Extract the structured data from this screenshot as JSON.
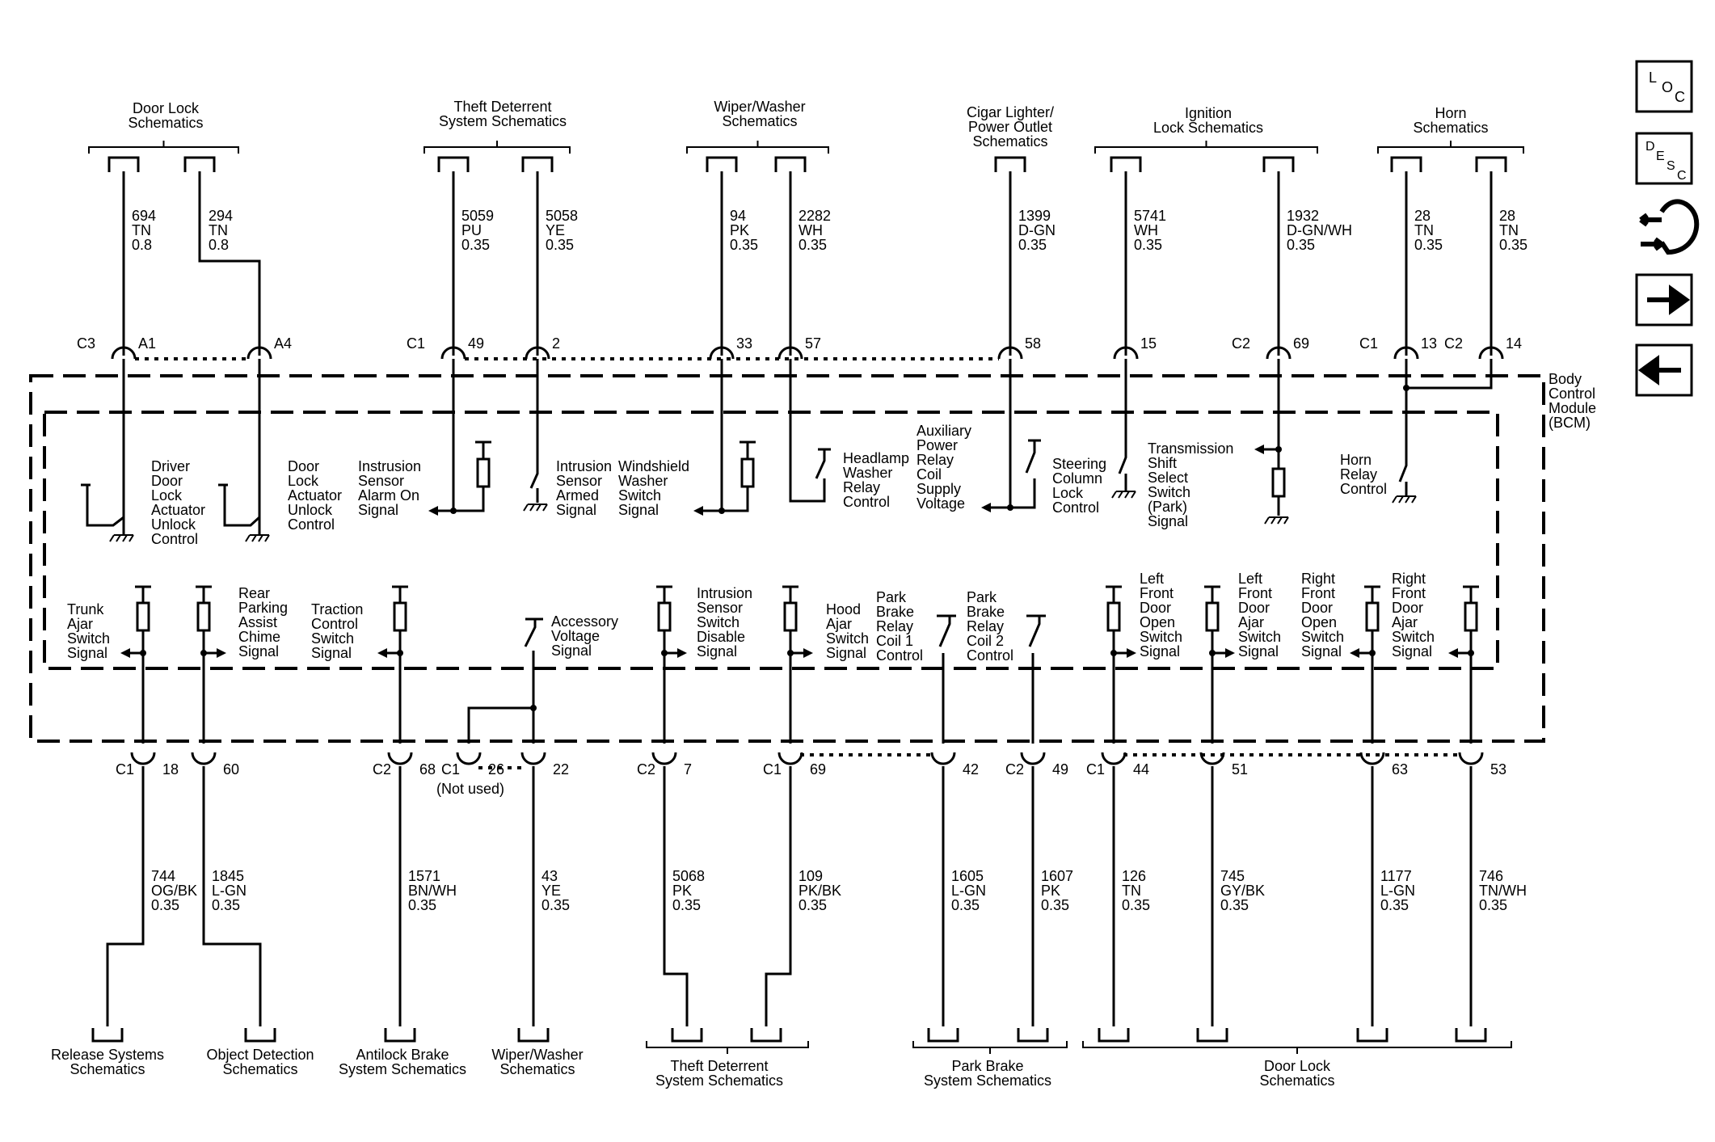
{
  "top_groups": [
    {
      "label": [
        "Door Lock",
        "Schematics"
      ]
    },
    {
      "label": [
        "Theft Deterrent",
        "System Schematics"
      ]
    },
    {
      "label": [
        "Wiper/Washer",
        "Schematics"
      ]
    },
    {
      "label": [
        "Cigar Lighter/",
        "Power Outlet",
        "Schematics"
      ]
    },
    {
      "label": [
        "Ignition",
        "Lock Schematics"
      ]
    },
    {
      "label": [
        "Horn",
        "Schematics"
      ]
    }
  ],
  "top_wires": [
    {
      "circuit": "694",
      "color": "TN",
      "gauge": "0.8",
      "pin": "A1",
      "connector": "C3"
    },
    {
      "circuit": "294",
      "color": "TN",
      "gauge": "0.8",
      "pin": "A4",
      "connector": ""
    },
    {
      "circuit": "5059",
      "color": "PU",
      "gauge": "0.35",
      "pin": "49",
      "connector": "C1"
    },
    {
      "circuit": "5058",
      "color": "YE",
      "gauge": "0.35",
      "pin": "2",
      "connector": ""
    },
    {
      "circuit": "94",
      "color": "PK",
      "gauge": "0.35",
      "pin": "33",
      "connector": ""
    },
    {
      "circuit": "2282",
      "color": "WH",
      "gauge": "0.35",
      "pin": "57",
      "connector": ""
    },
    {
      "circuit": "1399",
      "color": "D-GN",
      "gauge": "0.35",
      "pin": "58",
      "connector": ""
    },
    {
      "circuit": "5741",
      "color": "WH",
      "gauge": "0.35",
      "pin": "15",
      "connector": ""
    },
    {
      "circuit": "1932",
      "color": "D-GN/WH",
      "gauge": "0.35",
      "pin": "69",
      "connector": "C2"
    },
    {
      "circuit": "28",
      "color": "TN",
      "gauge": "0.35",
      "pin": "13",
      "connector": "C1"
    },
    {
      "circuit": "28",
      "color": "TN",
      "gauge": "0.35",
      "pin": "14",
      "connector": "C2"
    }
  ],
  "module_label": [
    "Body",
    "Control",
    "Module",
    "(BCM)"
  ],
  "internal_top": [
    {
      "label": [
        "Driver",
        "Door",
        "Lock",
        "Actuator",
        "Unlock",
        "Control"
      ]
    },
    {
      "label": [
        "Door",
        "Lock",
        "Actuator",
        "Unlock",
        "Control"
      ]
    },
    {
      "label": [
        "Instrusion",
        "Sensor",
        "Alarm On",
        "Signal"
      ]
    },
    {
      "label": [
        "Intrusion",
        "Sensor",
        "Armed",
        "Signal"
      ]
    },
    {
      "label": [
        "Windshield",
        "Washer",
        "Switch",
        "Signal"
      ]
    },
    {
      "label": [
        "Headlamp",
        "Washer",
        "Relay",
        "Control"
      ]
    },
    {
      "label": [
        "Auxiliary",
        "Power",
        "Relay",
        "Coil",
        "Supply",
        "Voltage"
      ]
    },
    {
      "label": [
        "Steering",
        "Column",
        "Lock",
        "Control"
      ]
    },
    {
      "label": [
        "Transmission",
        "Shift",
        "Select",
        "Switch",
        "(Park)",
        "Signal"
      ]
    },
    {
      "label": [
        "Horn",
        "Relay",
        "Control"
      ]
    }
  ],
  "internal_bottom": [
    {
      "label": [
        "Trunk",
        "Ajar",
        "Switch",
        "Signal"
      ]
    },
    {
      "label": [
        "Rear",
        "Parking",
        "Assist",
        "Chime",
        "Signal"
      ]
    },
    {
      "label": [
        "Traction",
        "Control",
        "Switch",
        "Signal"
      ]
    },
    {
      "label": [
        "Accessory",
        "Voltage",
        "Signal"
      ]
    },
    {
      "label": [
        "Intrusion",
        "Sensor",
        "Switch",
        "Disable",
        "Signal"
      ]
    },
    {
      "label": [
        "Hood",
        "Ajar",
        "Switch",
        "Signal"
      ]
    },
    {
      "label": [
        "Park",
        "Brake",
        "Relay",
        "Coil 1",
        "Control"
      ]
    },
    {
      "label": [
        "Park",
        "Brake",
        "Relay",
        "Coil 2",
        "Control"
      ]
    },
    {
      "label": [
        "Left",
        "Front",
        "Door",
        "Open",
        "Switch",
        "Signal"
      ]
    },
    {
      "label": [
        "Left",
        "Front",
        "Door",
        "Ajar",
        "Switch",
        "Signal"
      ]
    },
    {
      "label": [
        "Right",
        "Front",
        "Door",
        "Open",
        "Switch",
        "Signal"
      ]
    },
    {
      "label": [
        "Right",
        "Front",
        "Door",
        "Ajar",
        "Switch",
        "Signal"
      ]
    }
  ],
  "bottom_wires": [
    {
      "circuit": "744",
      "color": "OG/BK",
      "gauge": "0.35",
      "pin": "18",
      "connector": "C1"
    },
    {
      "circuit": "1845",
      "color": "L-GN",
      "gauge": "0.35",
      "pin": "60",
      "connector": ""
    },
    {
      "circuit": "1571",
      "color": "BN/WH",
      "gauge": "0.35",
      "pin": "68",
      "connector": "C2"
    },
    {
      "circuit": "",
      "color": "",
      "gauge": "",
      "pin": "26",
      "connector": "C1",
      "note": "(Not used)"
    },
    {
      "circuit": "43",
      "color": "YE",
      "gauge": "0.35",
      "pin": "22",
      "connector": ""
    },
    {
      "circuit": "5068",
      "color": "PK",
      "gauge": "0.35",
      "pin": "7",
      "connector": "C2"
    },
    {
      "circuit": "109",
      "color": "PK/BK",
      "gauge": "0.35",
      "pin": "69",
      "connector": "C1"
    },
    {
      "circuit": "1605",
      "color": "L-GN",
      "gauge": "0.35",
      "pin": "42",
      "connector": ""
    },
    {
      "circuit": "1607",
      "color": "PK",
      "gauge": "0.35",
      "pin": "49",
      "connector": "C2"
    },
    {
      "circuit": "126",
      "color": "TN",
      "gauge": "0.35",
      "pin": "44",
      "connector": "C1"
    },
    {
      "circuit": "745",
      "color": "GY/BK",
      "gauge": "0.35",
      "pin": "51",
      "connector": ""
    },
    {
      "circuit": "1177",
      "color": "L-GN",
      "gauge": "0.35",
      "pin": "63",
      "connector": ""
    },
    {
      "circuit": "746",
      "color": "TN/WH",
      "gauge": "0.35",
      "pin": "53",
      "connector": ""
    }
  ],
  "bottom_groups": [
    {
      "label": [
        "Release Systems",
        "Schematics"
      ]
    },
    {
      "label": [
        "Object Detection",
        "Schematics"
      ]
    },
    {
      "label": [
        "Antilock Brake",
        "System Schematics"
      ]
    },
    {
      "label": [
        "Wiper/Washer",
        "Schematics"
      ]
    },
    {
      "label": [
        "Theft Deterrent",
        "System Schematics"
      ]
    },
    {
      "label": [
        "Park Brake",
        "System Schematics"
      ]
    },
    {
      "label": [
        "Door Lock",
        "Schematics"
      ]
    }
  ],
  "nav": {
    "loc": [
      "L",
      "O",
      "C"
    ],
    "desc": [
      "D",
      "E",
      "S",
      "C"
    ],
    "icons": [
      "connector-icon",
      "arrow-right-icon",
      "arrow-left-icon"
    ]
  },
  "colors": {
    "ink": "#000000",
    "background": "#ffffff"
  }
}
